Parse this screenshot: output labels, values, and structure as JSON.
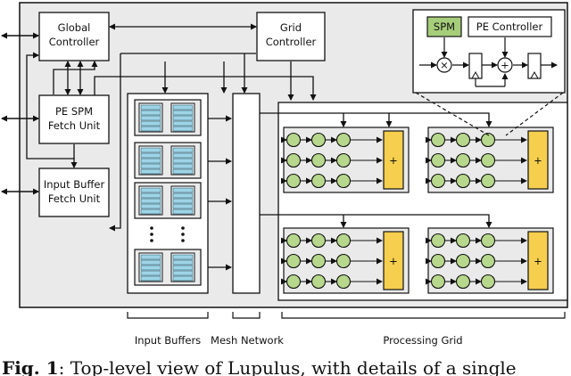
{
  "blocks": {
    "global_controller": [
      "Global",
      "Controller"
    ],
    "grid_controller": [
      "Grid",
      "Controller"
    ],
    "pe_spm_fetch": [
      "PE SPM",
      "Fetch Unit"
    ],
    "input_buffer_fetch": [
      "Input Buffer",
      "Fetch Unit"
    ],
    "pe_detail_spm": "SPM",
    "pe_detail_controller": "PE Controller",
    "multiply_symbol": "×",
    "add_symbol": "+",
    "pe_row_adder": "+"
  },
  "group_labels": {
    "input_buffers": "Input Buffers",
    "mesh_network": "Mesh Network",
    "processing_grid": "Processing Grid"
  },
  "caption": {
    "label": "Fig. 1",
    "text": ": Top-level view of Lupulus, with details of a single"
  },
  "colors": {
    "chip_bg": "#eaeaea",
    "buffer_cell": "#9ed4e6",
    "pe_fill": "#b7d88c",
    "adder_fill": "#f6cf4f",
    "spm_fill": "#a6cd7a"
  }
}
